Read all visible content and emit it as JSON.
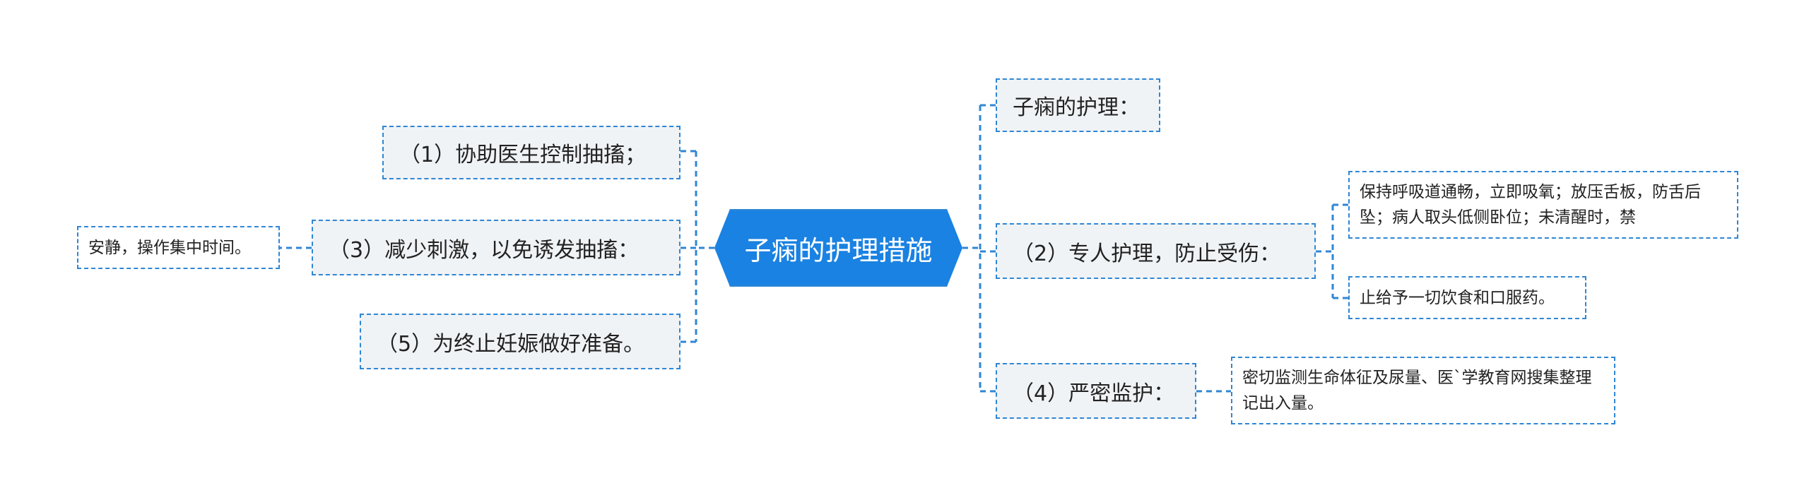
{
  "root": {
    "label": "子痫的护理措施"
  },
  "left": {
    "n1": "（1）协助医生控制抽搐；",
    "n3": "（3）减少刺激，以免诱发抽搐：",
    "n3_leaf": "安静，操作集中时间。",
    "n5": "（5）为终止妊娠做好准备。"
  },
  "right": {
    "nurse": "子痫的护理：",
    "n2": "（2）专人护理，防止受伤：",
    "n2_leaf_a": "保持呼吸道通畅，立即吸氧；放压舌板，防舌后坠；病人取头低侧卧位；未清醒时，禁",
    "n2_leaf_b": "止给予一切饮食和口服药。",
    "n4": "（4）严密监护：",
    "n4_leaf": "密切监测生命体征及尿量、医`学教育网搜集整理记出入量。"
  },
  "colors": {
    "root_fill": "#1a82e2",
    "connector": "#2f86d4",
    "node_fill": "#f0f3f6"
  }
}
